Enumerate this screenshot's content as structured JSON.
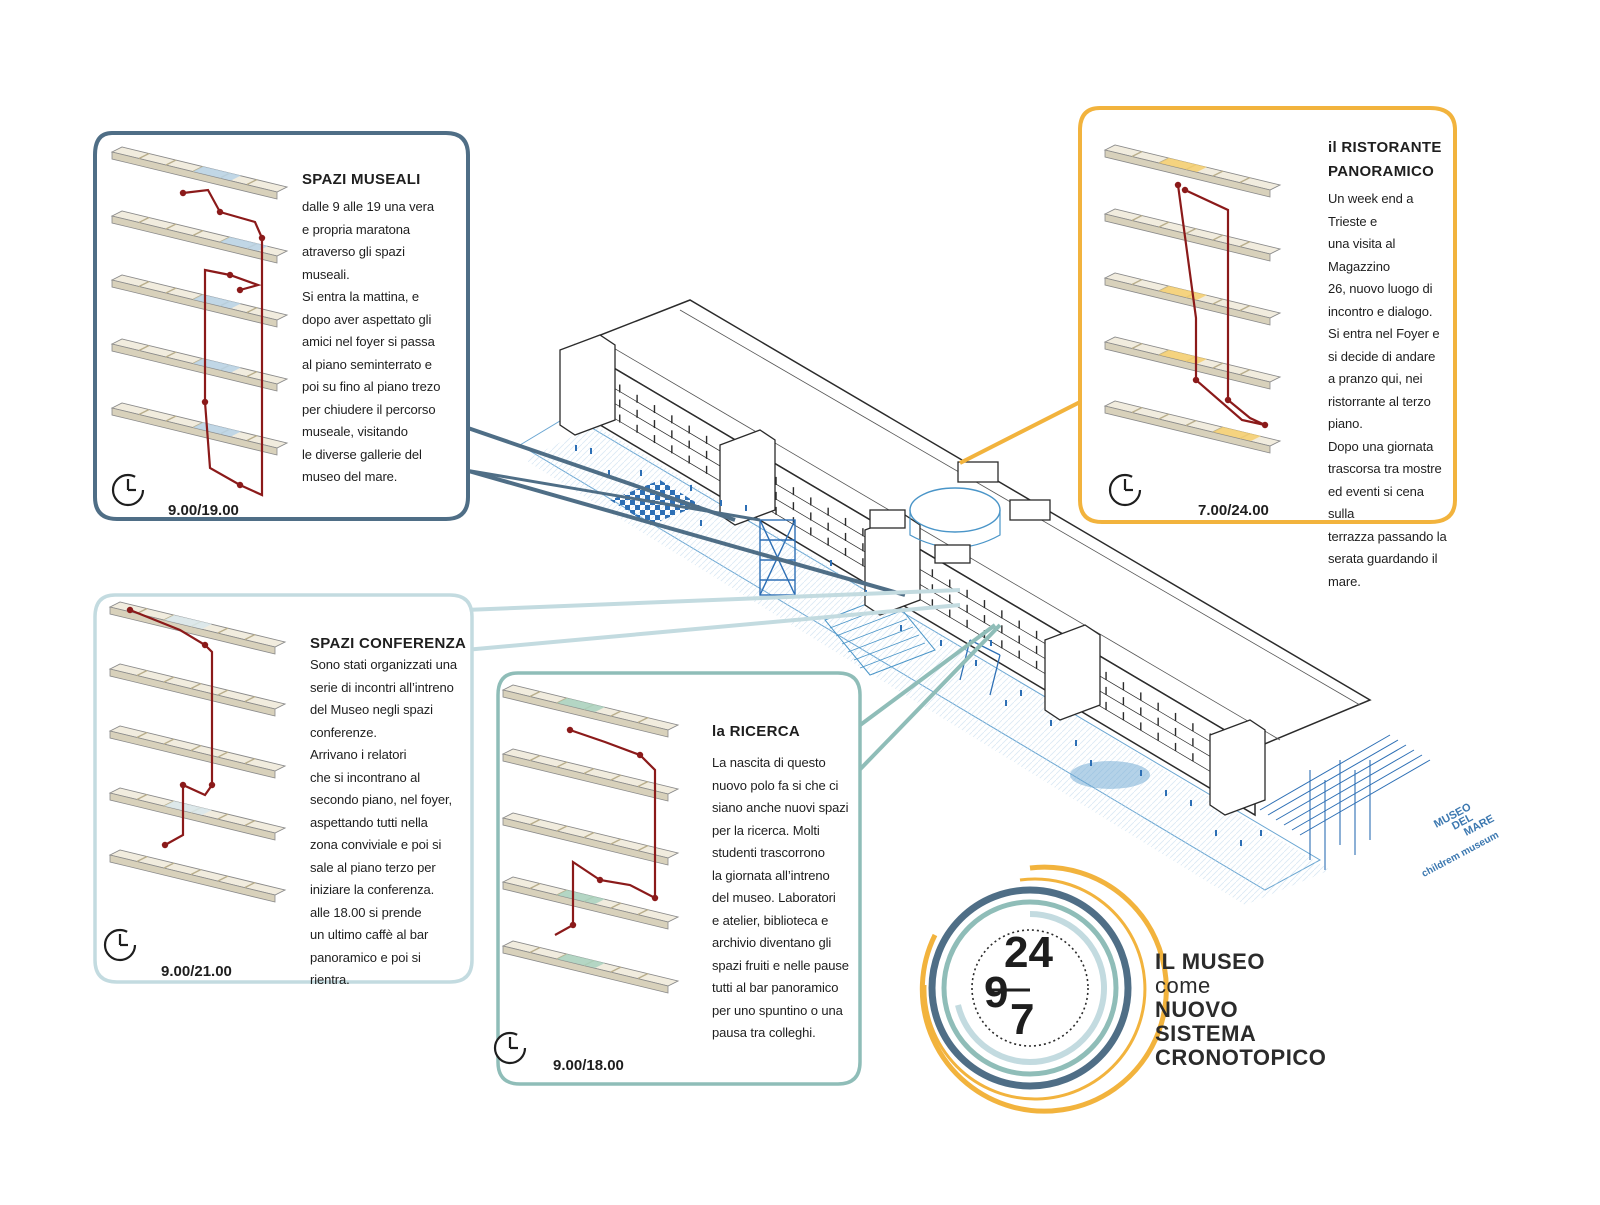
{
  "colors": {
    "musei": "#4f6e86",
    "ristorante": "#f2b33d",
    "conferenza": "#c3dbe0",
    "ricerca": "#8fbdb8",
    "building": "#4a95c8",
    "route": "#8b1a1a",
    "floor": "#e8dfc4"
  },
  "cards": {
    "musei": {
      "title": "SPAZI MUSEALI",
      "body": "dalle 9 alle 19 una vera\ne propria maratona\natraverso gli spazi\nmuseali.\nSi entra la mattina, e\ndopo aver aspettato gli\namici nel foyer si passa\nal piano seminterrato e\npoi su fino al piano trezo\nper chiudere il percorso\nmuseale, visitando\nle diverse gallerie del\nmuseo del mare.",
      "time": "9.00/19.00",
      "clock_icon": "clock-icon"
    },
    "ristorante": {
      "title": "il RISTORANTE\nPANORAMICO",
      "body": "Un week end a Trieste e\nuna visita al Magazzino\n26, nuovo luogo di\nincontro e dialogo.\nSi entra nel Foyer e\nsi decide di andare\na pranzo qui, nei\nristorrante al terzo\npiano.\nDopo una giornata\ntrascorsa tra mostre\ned eventi si cena sulla\nterrazza passando la\nserata  guardando il\nmare.",
      "time": "7.00/24.00",
      "clock_icon": "clock-icon"
    },
    "conferenza": {
      "title": "SPAZI CONFERENZA",
      "body": "Sono stati organizzati una\nserie di incontri all’intreno\ndel Museo negli spazi\nconferenze.\nArrivano i relatori\nche si incontrano al\nsecondo piano, nel foyer,\naspettando tutti nella\nzona conviviale e poi si\nsale al piano terzo per\niniziare la conferenza.\nalle 18.00 si prende\nun ultimo caffè al bar\npanoramico e poi si\nrientra.",
      "time": "9.00/21.00",
      "clock_icon": "clock-icon"
    },
    "ricerca": {
      "title": "la RICERCA",
      "body": "La nascita di questo\nnuovo polo fa si che ci\nsiano anche nuovi spazi\nper la ricerca. Molti\nstudenti trascorrono\nla giornata all’intreno\ndel museo. Laboratori\ne atelier, biblioteca e\narchivio diventano gli\nspazi fruiti e  nelle pause\ntutti al bar panoramico\nper uno spuntino o una\npausa tra colleghi.",
      "time": "9.00/18.00",
      "clock_icon": "clock-icon"
    }
  },
  "logo": {
    "top_number": "24",
    "mid_number": "9",
    "bottom_number": "7",
    "line1": "IL MUSEO",
    "line2": "come",
    "line3": "NUOVO",
    "line4": "SISTEMA",
    "line5": "CRONOTOPICO"
  },
  "museum_labels": {
    "label1": "MUSEO",
    "label2": "DEL",
    "label3": "MARE",
    "label4": "childrem museum"
  }
}
